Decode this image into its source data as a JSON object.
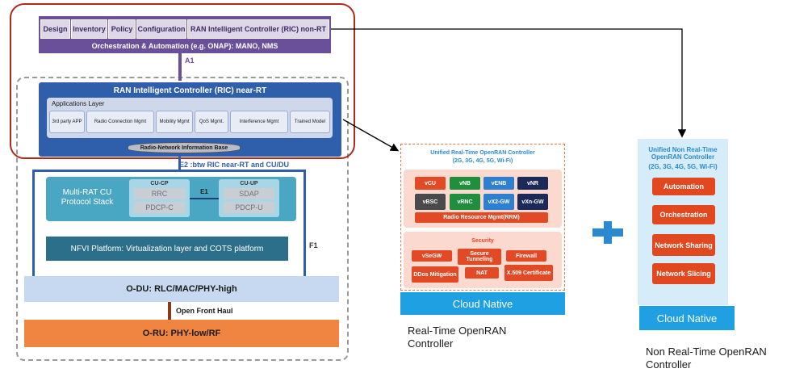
{
  "nonrt": {
    "tabs": [
      "Design",
      "Inventory",
      "Policy",
      "Configuration",
      "RAN Intelligent Controller (RIC) non-RT"
    ],
    "orchestration": "Orchestration & Automation (e.g. ONAP): MANO, NMS",
    "a1": "A1"
  },
  "nearrt": {
    "title": "RAN Intelligent Controller (RIC) near-RT",
    "apps_title": "Applications Layer",
    "apps": [
      "3rd party APP",
      "Radio Connection Mgmt",
      "Mobility Mgmt",
      "QoS Mgmt.",
      "Interference Mgmt",
      "Trained Model"
    ],
    "rnib": "Radio-Network Information Base",
    "e2": "E2 :btw RIC near-RT and CU/DU"
  },
  "cu": {
    "stack": "Multi-RAT CU Protocol Stack",
    "cucp": "CU-CP",
    "cuup": "CU-UP",
    "rrc": "RRC",
    "pdcpc": "PDCP-C",
    "e1": "E1",
    "sdap": "SDAP",
    "pdcpu": "PDCP-U",
    "nfvi": "NFVI Platform: Virtualization layer and COTS platform",
    "f1": "F1"
  },
  "odu": "O-DU: RLC/MAC/PHY-high",
  "fronthaul": "Open Front Haul",
  "oru": "O-RU: PHY-low/RF",
  "rt": {
    "title": "Unified Real-Time OpenRAN Controller",
    "subtitle": "(2G, 3G, 4G, 5G, Wi-Fi)",
    "funcs": [
      "vCU",
      "vNB",
      "vENB",
      "vNR",
      "vBSC",
      "vRNC",
      "vX2-GW",
      "vXn-GW"
    ],
    "rrm": "Radio Resource Mgmt(RRM)",
    "security": "Security",
    "sec_items": [
      "vSeGW",
      "Secure Tunneling",
      "Firewall",
      "DDos Mitigation",
      "NAT",
      "X.509 Certificate"
    ],
    "cloud": "Cloud Native",
    "caption": "Real-Time OpenRAN Controller"
  },
  "plus": "+",
  "nrt": {
    "title": "Unified Non Real-Time OpenRAN Controller",
    "subtitle": "(2G, 3G, 4G, 5G, Wi-Fi)",
    "items": [
      "Automation",
      "Orchestration",
      "Network Sharing",
      "Network Slicing"
    ],
    "cloud": "Cloud Native",
    "caption": "Non Real-Time OpenRAN Controller"
  },
  "colors": {
    "purple": "#6a4f9a",
    "ric_blue": "#2f5faa",
    "red_outline": "#b02a1c",
    "teal": "#4aa7c3",
    "oru_orange": "#ef8540",
    "cloud_blue": "#1ea0e3"
  }
}
